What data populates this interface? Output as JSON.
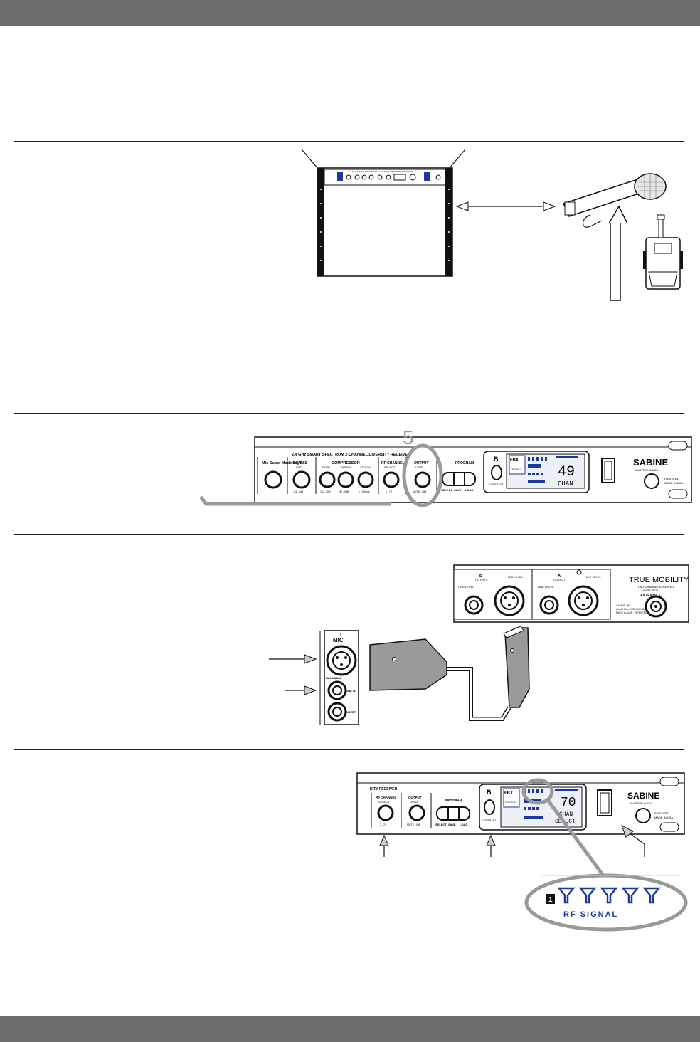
{
  "fig1": {
    "receiver_title": "2.4 GHz SMART SPECTRUM 2-CHANNEL DIVERSITY RECEIVER"
  },
  "fig2": {
    "panel_title": "2.4 GHz SMART SPECTRUM 2-CHANNEL DIVERSITY RECEIVER",
    "mic_super_modeling": "Mic Super Modeling™",
    "de_ess": "DE-ESS",
    "de_ess_sub": "CUT",
    "de_ess_range": "-24 - 0dB",
    "compressor": "COMPRESSOR",
    "ratio": "RATIO",
    "ratio_range": "1:1 - 10:1",
    "thresh": "THRESH",
    "thresh_range": "-40 - 0dB",
    "attack": "ATTACK",
    "attack_range": "1 - 500ms",
    "rf_channel": "RF CHANNEL",
    "rf_select": "SELECT",
    "rf_range": "1 - 70",
    "output": "OUTPUT",
    "level": "LEVEL",
    "mute_range": "MUTE - 0dB",
    "program": "PROGRAM",
    "select": "SELECT",
    "save": "SAVE",
    "load": "LOAD",
    "b_label": "B",
    "contrast": "CONTRAST",
    "fbx": "FBX",
    "ready": "READY",
    "lcd_number": "49",
    "lcd_mode": "CHAN",
    "brand": "SABINE",
    "brand_sub": "ADAPTIVE AUDIO",
    "patented": "PATENTED",
    "made_in": "MADE IN USA",
    "rotate_digit": "5"
  },
  "fig3": {
    "b_output": "B",
    "b_output_sub": "OUTPUT",
    "a_output": "A",
    "a_output_sub": "OUTPUT",
    "line_level": "LINE LEVEL",
    "mic_level": "MIC LEVEL",
    "brand": "TRUE MOBILITY",
    "model": "TWO-CHANNEL RECEIVER",
    "model_code": "SWT0-RCR",
    "antenna": "ANTENNA 1",
    "maker1": "SABINE, INC.",
    "maker2": "ALACHUA, FLORIDA USA",
    "maker3": "MADE IN USA · PATENTED",
    "mixer_channel": "1",
    "mixer_mic": "MIC",
    "bal_unbal": "BAL/UNBAL",
    "line_in": "LINE IN",
    "insert": "INSERT"
  },
  "fig4": {
    "panel_title": "RITY RECEIVER",
    "rf_channel": "RF CHANNEL",
    "rf_select": "SELECT",
    "rf_range": "1 - 70",
    "output": "OUTPUT",
    "level": "LEVEL",
    "mute_range": "MUTE - 0dB",
    "program": "PROGRAM",
    "select": "SELECT",
    "save": "SAVE",
    "load": "LOAD",
    "b_label": "B",
    "contrast": "CONTRAST",
    "fbx": "FBX",
    "ready": "READY",
    "lcd_number": "70",
    "lcd_mode1": "CHAN",
    "lcd_mode2": "SELECT",
    "brand": "SABINE",
    "brand_sub": "ADAPTIVE AUDIO",
    "patented": "PATENTED",
    "made_in": "MADE IN USA",
    "zoom_index": "1",
    "zoom_label": "RF SIGNAL"
  },
  "colors": {
    "bar": "#6d6d6d",
    "accent_blue": "#1a3a9c",
    "highlight_gray": "#999999"
  }
}
